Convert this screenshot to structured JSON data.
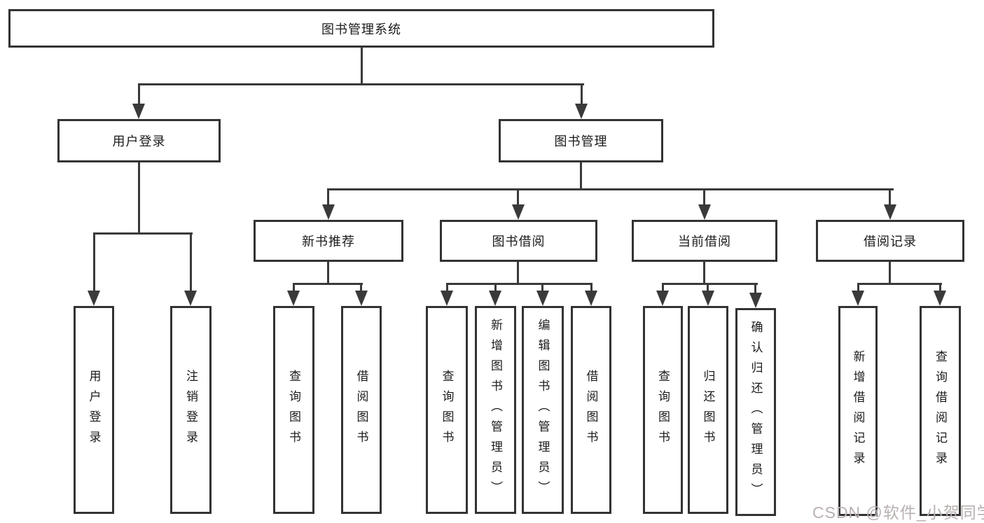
{
  "diagram": {
    "title": "图书管理系统",
    "root": {
      "label": "图书管理系统"
    },
    "level2": [
      {
        "label": "用户登录"
      },
      {
        "label": "图书管理"
      }
    ],
    "level3": [
      {
        "label": "新书推荐"
      },
      {
        "label": "图书借阅"
      },
      {
        "label": "当前借阅"
      },
      {
        "label": "借阅记录"
      }
    ],
    "leaves": {
      "user_login": [
        "用户登录",
        "注销登录"
      ],
      "new_book": [
        "查询图书",
        "借阅图书"
      ],
      "book_borrow": [
        "查询图书",
        "新增图书（管理员）",
        "编辑图书（管理员）",
        "借阅图书"
      ],
      "current_borrow": [
        "查询图书",
        "归还图书",
        "确认归还（管理员）"
      ],
      "borrow_records": [
        "新增借阅记录",
        "查询借阅记录"
      ]
    }
  },
  "watermark": "CSDN @软件_小贺同学",
  "colors": {
    "line": "#3a3a3a",
    "box_border": "#333333",
    "text": "#1b1b1b",
    "watermark": "#b9b0b0",
    "background": "#ffffff"
  }
}
